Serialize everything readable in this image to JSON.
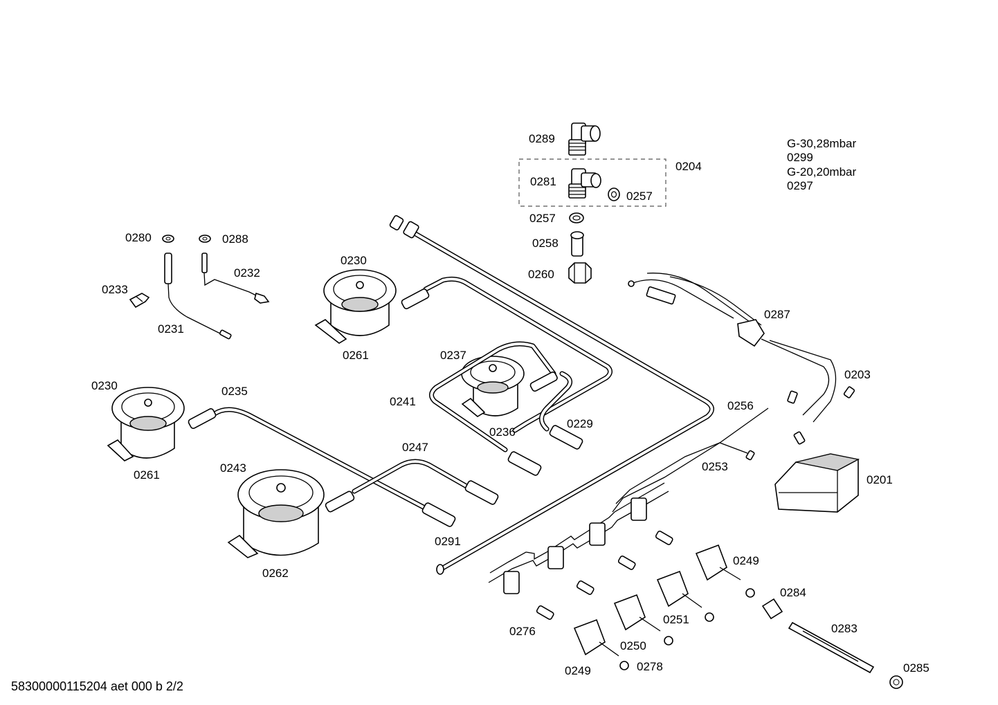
{
  "footer": "58300000115204 aet 000 b 2/2",
  "gas_notes": [
    "G-30,28mbar",
    "0299",
    "G-20,20mbar",
    "0297"
  ],
  "labels": {
    "l0289": "0289",
    "l0281": "0281",
    "l0204": "0204",
    "l0257a": "0257",
    "l0257b": "0257",
    "l0258": "0258",
    "l0260": "0260",
    "l0280": "0280",
    "l0288": "0288",
    "l0232": "0232",
    "l0233": "0233",
    "l0231": "0231",
    "l0230a": "0230",
    "l0261a": "0261",
    "l0237": "0237",
    "l0241": "0241",
    "l0236": "0236",
    "l0229": "0229",
    "l0230b": "0230",
    "l0235": "0235",
    "l0261b": "0261",
    "l0247": "0247",
    "l0243": "0243",
    "l0291": "0291",
    "l0262": "0262",
    "l0287": "0287",
    "l0203": "0203",
    "l0256": "0256",
    "l0253": "0253",
    "l0201": "0201",
    "l0249a": "0249",
    "l0284": "0284",
    "l0251": "0251",
    "l0283": "0283",
    "l0276": "0276",
    "l0250": "0250",
    "l0278": "0278",
    "l0249b": "0249",
    "l0285": "0285"
  }
}
